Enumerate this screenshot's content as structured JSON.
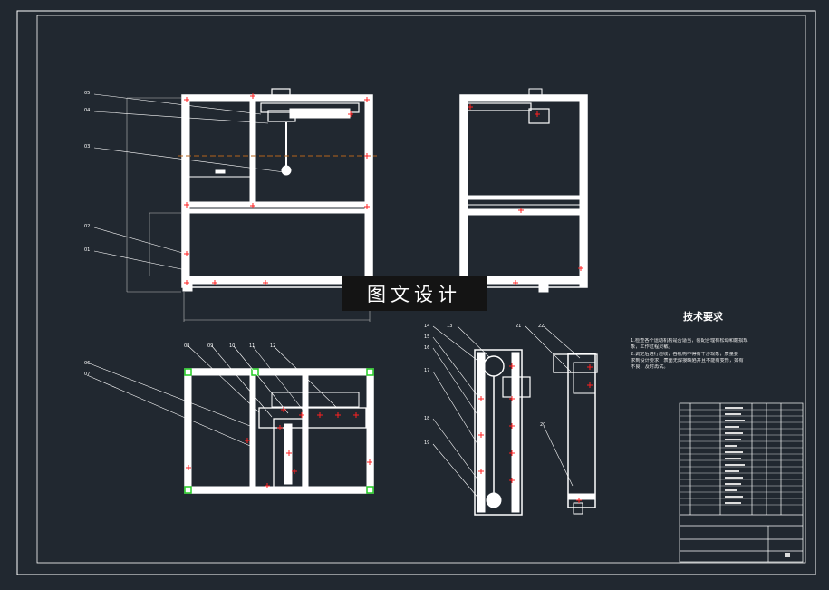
{
  "watermark": "图文设计",
  "tech_requirements": {
    "title": "技术要求",
    "lines": [
      "1.检查各个运动机构是否适当，装配合理有松动和磨损现",
      "象，工作过程灵敏。",
      "2.调定后进行验收，各机构不得有干涉现象，质量要",
      "求到设计要求，表面无焊接缺陷并且不能有变形，如有",
      "不良，及时再试。"
    ]
  },
  "callouts": {
    "front_view": [
      "05",
      "04",
      "03",
      "02",
      "01"
    ],
    "top_view_left": [
      "06",
      "07"
    ],
    "top_view_top": [
      "08",
      "09",
      "10",
      "11",
      "12"
    ],
    "detail_left": [
      "14",
      "13",
      "15",
      "16",
      "17",
      "18",
      "19"
    ],
    "detail_top": [
      "21",
      "22"
    ],
    "detail_side": [
      "20"
    ]
  },
  "colors": {
    "background": "#212830",
    "lines": "#ffffff",
    "centerline": "#b5651d",
    "markers": "#ff2020",
    "corner_markers": "#22cc22",
    "watermark_bg": "#141414"
  }
}
